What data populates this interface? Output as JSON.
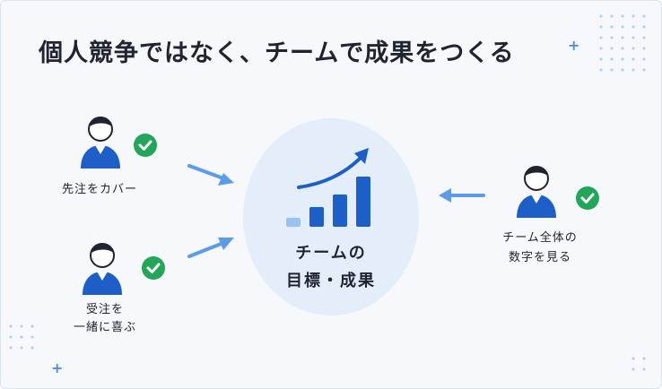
{
  "title": "個人競争ではなく、チームで成果をつくる",
  "left_top": {
    "label": "先注をカバー"
  },
  "left_bottom": {
    "line1": "受注を",
    "line2": "一緒に喜ぶ"
  },
  "center": {
    "line1": "チームの",
    "line2": "目標・成果"
  },
  "right": {
    "line1": "チーム全体の",
    "line2": "数字を見る"
  },
  "colors": {
    "primary_blue": "#1d5fc7",
    "light_blue": "#5b9be8",
    "check_green": "#23a55a",
    "circle_bg": "#e4eefb",
    "title_text": "#1f2430"
  },
  "icons": [
    "person-icon",
    "check-icon",
    "growth-chart-icon",
    "arrow-icon",
    "plus-icon"
  ]
}
